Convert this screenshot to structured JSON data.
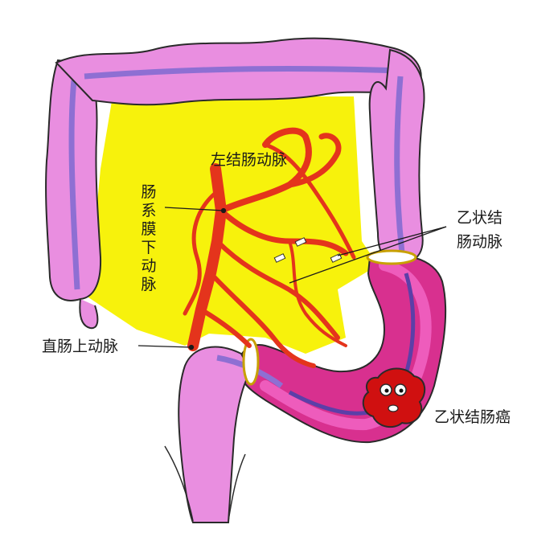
{
  "labels": {
    "left_colic_artery": "左结肠动脉",
    "inferior_mesenteric_artery": "肠系膜下动脉",
    "sigmoid_arteries_line1": "乙状结",
    "sigmoid_arteries_line2": "肠动脉",
    "superior_rectal_artery": "直肠上动脉",
    "sigmoid_colon_cancer": "乙状结肠癌"
  },
  "colors": {
    "colon": "#e98ee0",
    "colon_shadow": "#c964c7",
    "colon_band": "#8e6fd3",
    "mesentery": "#f7f20c",
    "artery": "#e4341c",
    "sigmoid": "#d8308f",
    "sigmoid_light": "#ee5cbc",
    "tumor": "#d01010",
    "outline": "#2a2a2a"
  }
}
